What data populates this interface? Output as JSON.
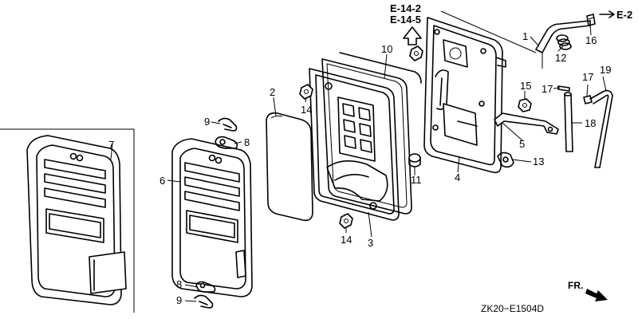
{
  "diagram": {
    "refs": {
      "e14_2": "E-14-2",
      "e14_5": "E-14-5",
      "e2": "E-2"
    },
    "part_numbers": {
      "p1": "1",
      "p2": "2",
      "p3": "3",
      "p4": "4",
      "p5": "5",
      "p6": "6",
      "p7": "7",
      "p8_top": "8",
      "p8_bottom": "8",
      "p9_top": "9",
      "p9_bottom": "9",
      "p10": "10",
      "p11": "11",
      "p12": "12",
      "p13": "13",
      "p14_upper": "14",
      "p14_lower": "14",
      "p15": "15",
      "p16": "16",
      "p17_left": "17",
      "p17_right": "17",
      "p18": "18",
      "p19": "19"
    },
    "direction_label": "FR.",
    "drawing_code": "ZK20−E1504D"
  }
}
